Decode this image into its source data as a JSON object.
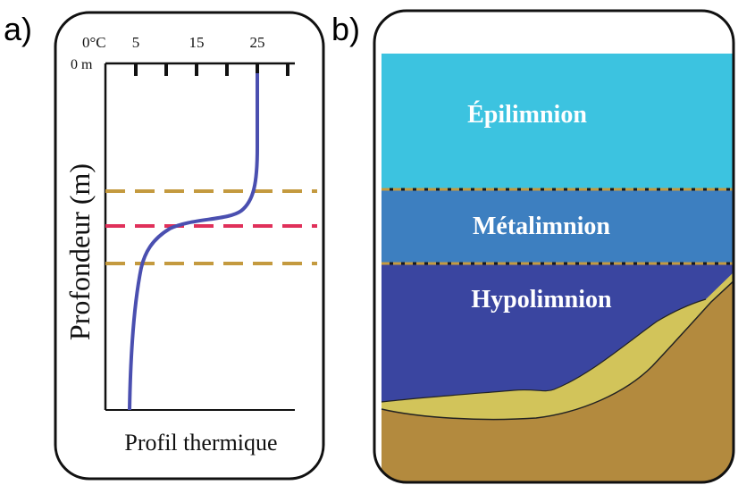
{
  "panel_a": {
    "label": "a)",
    "axis_top_unit": "0°C",
    "depth_zero": "0 m",
    "ticks": [
      "5",
      "15",
      "25"
    ],
    "ylabel": "Profondeur (m)",
    "caption": "Profil thermique",
    "colors": {
      "curve": "#4a4fb0",
      "thermocline_boundary": "#c49a3f",
      "thermocline_center": "#e0305a"
    }
  },
  "panel_b": {
    "label": "b)",
    "layers": [
      {
        "name": "Épilimnion",
        "color": "#3cc3e0"
      },
      {
        "name": "Métalimnion",
        "color": "#3d7fc0"
      },
      {
        "name": "Hypolimnion",
        "color": "#3a45a0"
      }
    ],
    "colors": {
      "sediment": "#d2c45a",
      "ground": "#b38a3e"
    }
  }
}
